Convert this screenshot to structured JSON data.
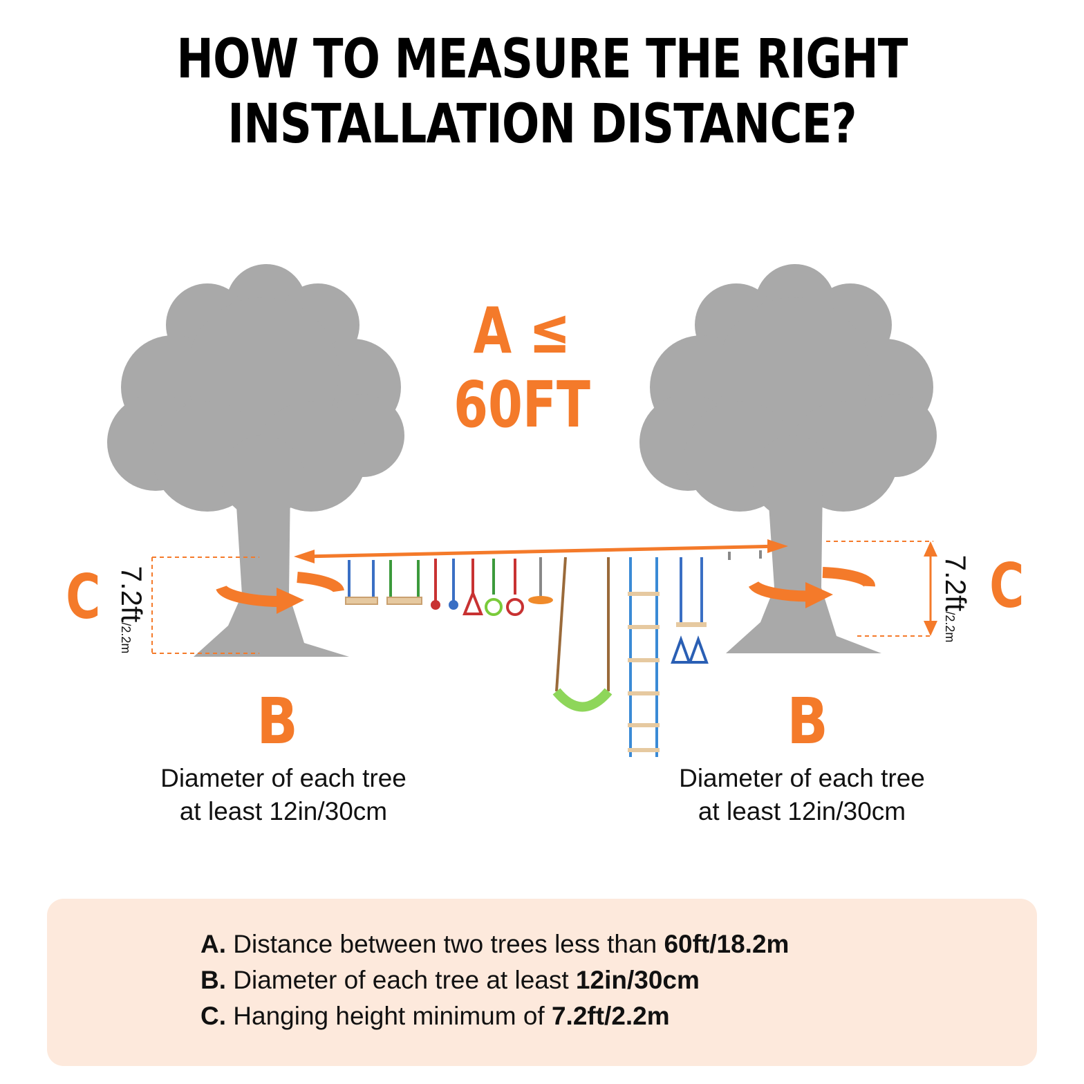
{
  "title": {
    "line1": "HOW TO MEASURE THE RIGHT",
    "line2": "INSTALLATION DISTANCE?"
  },
  "diagram": {
    "formula": "A ≤ 60FT",
    "label_c": "C",
    "label_b": "B",
    "height_main": "7.2ft",
    "height_sub": "/2.2m",
    "tree_desc_line1": "Diameter of each tree",
    "tree_desc_line2": "at least 12in/30cm"
  },
  "notes": [
    {
      "letter": "A.",
      "text": "Distance between two trees less than ",
      "value": "60ft/18.2m"
    },
    {
      "letter": "B.",
      "text": "Diameter of each tree at least ",
      "value": "12in/30cm"
    },
    {
      "letter": "C.",
      "text": "Hanging height minimum of ",
      "value": "7.2ft/2.2m"
    }
  ],
  "colors": {
    "accent": "#f47a2a",
    "tree": "#a9a9a9",
    "panel": "#fde9dc"
  }
}
